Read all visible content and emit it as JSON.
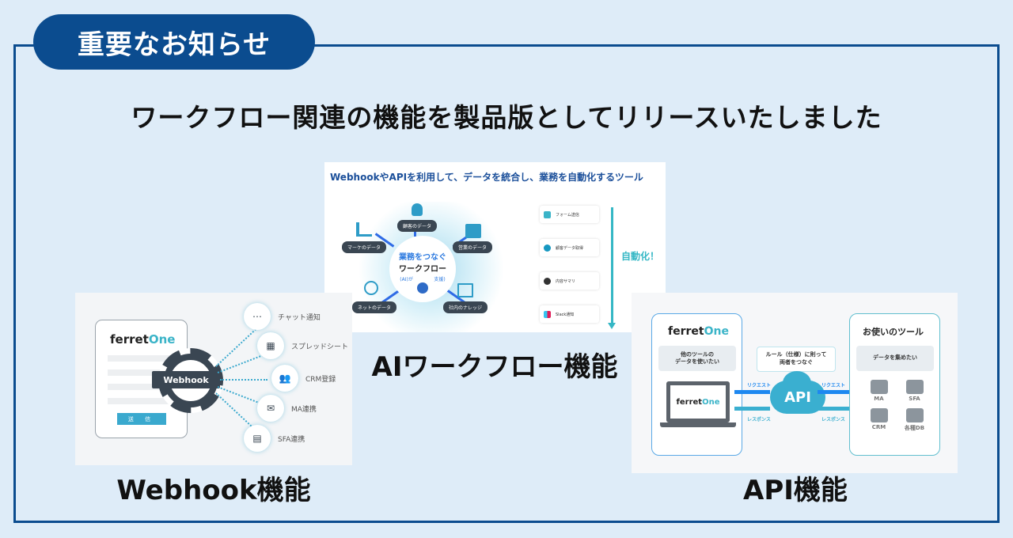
{
  "badge": {
    "label": "重要なお知らせ"
  },
  "headline": "ワークフロー関連の機能を製品版としてリリースいたしました",
  "ai_workflow": {
    "caption": "AIワークフロー機能",
    "image_title": "WebhookやAPIを利用して、データを統合し、業務を自動化するツール",
    "hub": {
      "line1": "業務をつなぐ",
      "line2": "ワークフロー",
      "left_tag": "(AI)が",
      "right_tag": "支援)"
    },
    "nodes": [
      {
        "label": "顧客のデータ",
        "icon": "person-icon"
      },
      {
        "label": "マーケのデータ",
        "icon": "chart-search-icon"
      },
      {
        "label": "営業のデータ",
        "icon": "settings-card-icon"
      },
      {
        "label": "ネットのデータ",
        "icon": "globe-icon"
      },
      {
        "label": "社内のナレッジ",
        "icon": "book-icon"
      }
    ],
    "flow_steps": [
      {
        "label": "フォーム送信",
        "icon": "ferretone-icon",
        "color": "#3BB4C8"
      },
      {
        "label": "顧客データ取得",
        "icon": "salesforce-icon",
        "color": "#1798C1"
      },
      {
        "label": "内容サマリ",
        "icon": "openai-icon",
        "color": "#333333"
      },
      {
        "label": "Slack通知",
        "icon": "slack-icon",
        "color": "#E01E5A"
      }
    ],
    "automation_label": "自動化！"
  },
  "webhook": {
    "caption": "Webhook機能",
    "logo": {
      "part1": "ferret",
      "part2": "One"
    },
    "send_button": "送 信",
    "gear_label": "Webhook",
    "outputs": [
      {
        "label": "チャット通知",
        "icon": "chat-bubble-icon",
        "glyph": "⋯"
      },
      {
        "label": "スプレッドシート",
        "icon": "spreadsheet-icon",
        "glyph": "▦"
      },
      {
        "label": "CRM登録",
        "icon": "people-icon",
        "glyph": "👥"
      },
      {
        "label": "MA連携",
        "icon": "mail-gear-icon",
        "glyph": "✉"
      },
      {
        "label": "SFA連携",
        "icon": "sfa-gear-icon",
        "glyph": "▤"
      }
    ]
  },
  "api": {
    "caption": "API機能",
    "left_box": {
      "logo_part1": "ferret",
      "logo_part2": "One",
      "bubble": "他のツールの\nデータを使いたい"
    },
    "right_box": {
      "title": "お使いのツール",
      "bubble": "データを集めたい"
    },
    "rule_bubble": "ルール（仕様）に則って\n両者をつなぐ",
    "cloud_label": "API",
    "request_label": "リクエスト",
    "response_label": "レスポンス",
    "tools": [
      {
        "label": "MA",
        "icon": "mail-gear-icon"
      },
      {
        "label": "SFA",
        "icon": "sfa-gear-icon"
      },
      {
        "label": "CRM",
        "icon": "people-icon"
      },
      {
        "label": "各種DB",
        "icon": "database-icon"
      }
    ]
  },
  "colors": {
    "frame": "#0B4C8F",
    "background": "#DEECF8",
    "accent": "#3AAFD0"
  }
}
